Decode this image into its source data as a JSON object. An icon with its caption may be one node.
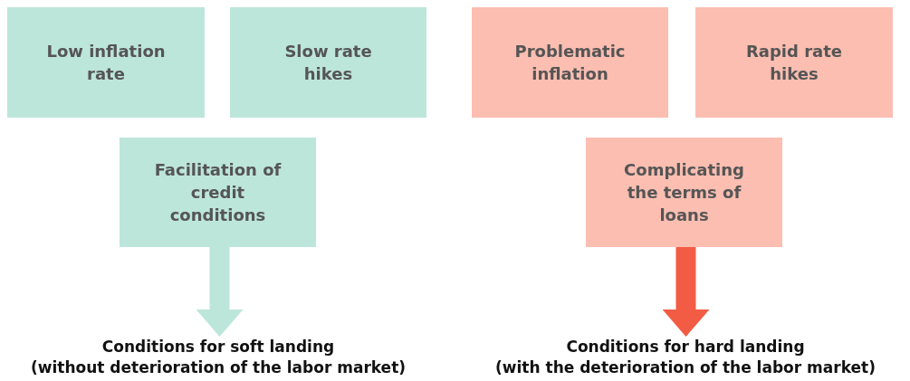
{
  "diagram": {
    "nodes": [
      {
        "text": [
          "Low inflation rate"
        ]
      },
      {
        "text": [
          "Slow rate hikes"
        ]
      },
      {
        "text": [
          "Facilitation of credit conditions"
        ]
      },
      {
        "text": [
          "Conditions for soft landing",
          "(without deterioration of the labor market)"
        ]
      },
      {
        "text": [
          "Problematic inflation"
        ]
      },
      {
        "text": [
          "Rapid rate hikes"
        ]
      },
      {
        "text": [
          "Complicating the terms of loans"
        ]
      },
      {
        "text": [
          "Conditions for hard landing",
          "(with the deterioration of the labor market)"
        ]
      }
    ],
    "edges": [
      {
        "from": 2,
        "to": 3,
        "arrow": "to",
        "color": "#bde6da"
      },
      {
        "from": 6,
        "to": 7,
        "arrow": "to",
        "color": "#f25c45"
      }
    ]
  }
}
